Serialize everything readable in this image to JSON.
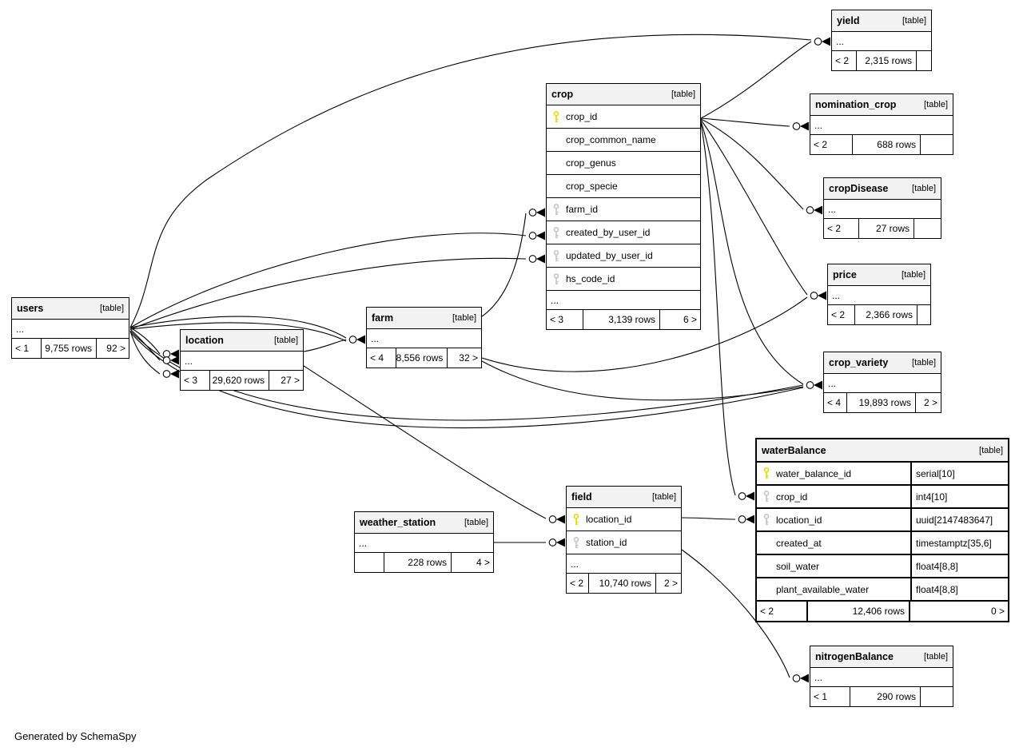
{
  "note": "Generated by SchemaSpy",
  "colors": {
    "table_header_bg": "#f2f2f2",
    "table_border": "#000000",
    "edge_color": "#000000",
    "pk_key_color": "#e3dc26",
    "fk_key_color": "#c9c9c9"
  },
  "tables": [
    {
      "id": "users",
      "name": "users",
      "tag": "[table]",
      "columns": [],
      "ellipsis": "...",
      "footer": {
        "left": "< 1",
        "center": "9,755 rows",
        "right": "92 >"
      }
    },
    {
      "id": "location",
      "name": "location",
      "tag": "[table]",
      "columns": [],
      "ellipsis": "...",
      "footer": {
        "left": "< 3",
        "center": "29,620 rows",
        "right": "27 >"
      }
    },
    {
      "id": "farm",
      "name": "farm",
      "tag": "[table]",
      "columns": [],
      "ellipsis": "...",
      "footer": {
        "left": "< 4",
        "center": "8,556 rows",
        "right": "32 >"
      }
    },
    {
      "id": "crop",
      "name": "crop",
      "tag": "[table]",
      "columns": [
        {
          "name": "crop_id",
          "key": "pk"
        },
        {
          "name": "crop_common_name"
        },
        {
          "name": "crop_genus"
        },
        {
          "name": "crop_specie"
        },
        {
          "name": "farm_id",
          "key": "fk"
        },
        {
          "name": "created_by_user_id",
          "key": "fk"
        },
        {
          "name": "updated_by_user_id",
          "key": "fk"
        },
        {
          "name": "hs_code_id",
          "key": "fk"
        }
      ],
      "ellipsis": "...",
      "footer": {
        "left": "< 3",
        "center": "3,139 rows",
        "right": "6 >"
      }
    },
    {
      "id": "yield",
      "name": "yield",
      "tag": "[table]",
      "columns": [],
      "ellipsis": "...",
      "footer": {
        "left": "< 2",
        "center": "2,315 rows",
        "right": ""
      }
    },
    {
      "id": "nomination_crop",
      "name": "nomination_crop",
      "tag": "[table]",
      "columns": [],
      "ellipsis": "...",
      "footer": {
        "left": "< 2",
        "center": "688 rows",
        "right": ""
      }
    },
    {
      "id": "cropDisease",
      "name": "cropDisease",
      "tag": "[table]",
      "columns": [],
      "ellipsis": "...",
      "footer": {
        "left": "< 2",
        "center": "27 rows",
        "right": ""
      }
    },
    {
      "id": "price",
      "name": "price",
      "tag": "[table]",
      "columns": [],
      "ellipsis": "...",
      "footer": {
        "left": "< 2",
        "center": "2,366 rows",
        "right": ""
      }
    },
    {
      "id": "crop_variety",
      "name": "crop_variety",
      "tag": "[table]",
      "columns": [],
      "ellipsis": "...",
      "footer": {
        "left": "< 4",
        "center": "19,893 rows",
        "right": "2 >"
      }
    },
    {
      "id": "waterBalance",
      "name": "waterBalance",
      "tag": "[table]",
      "emphasized": true,
      "columns": [
        {
          "name": "water_balance_id",
          "key": "pk",
          "type": "serial[10]"
        },
        {
          "name": "crop_id",
          "key": "fk",
          "type": "int4[10]"
        },
        {
          "name": "location_id",
          "key": "fk",
          "type": "uuid[2147483647]"
        },
        {
          "name": "created_at",
          "type": "timestamptz[35,6]"
        },
        {
          "name": "soil_water",
          "type": "float4[8,8]"
        },
        {
          "name": "plant_available_water",
          "type": "float4[8,8]"
        }
      ],
      "ellipsis": null,
      "footer": {
        "left": "< 2",
        "center": "12,406 rows",
        "right": "0 >"
      }
    },
    {
      "id": "field",
      "name": "field",
      "tag": "[table]",
      "columns": [
        {
          "name": "location_id",
          "key": "pk"
        },
        {
          "name": "station_id",
          "key": "fk"
        }
      ],
      "ellipsis": "...",
      "footer": {
        "left": "< 2",
        "center": "10,740 rows",
        "right": "2 >"
      }
    },
    {
      "id": "weather_station",
      "name": "weather_station",
      "tag": "[table]",
      "columns": [],
      "ellipsis": "...",
      "footer": {
        "left": "",
        "center": "228 rows",
        "right": "4 >"
      }
    },
    {
      "id": "nitrogenBalance",
      "name": "nitrogenBalance",
      "tag": "[table]",
      "columns": [],
      "ellipsis": "...",
      "footer": {
        "left": "< 1",
        "center": "290 rows",
        "right": ""
      }
    }
  ],
  "relationships": [
    {
      "parent": "crop",
      "child": "yield"
    },
    {
      "parent": "users",
      "child": "yield"
    },
    {
      "parent": "crop",
      "child": "nomination_crop"
    },
    {
      "parent": "crop",
      "child": "cropDisease"
    },
    {
      "parent": "crop",
      "child": "price"
    },
    {
      "parent": "farm",
      "child": "price"
    },
    {
      "parent": "crop",
      "child": "crop_variety"
    },
    {
      "parent": "users",
      "child": "crop_variety"
    },
    {
      "parent": "farm",
      "child": "crop_variety"
    },
    {
      "parent": "crop",
      "child": "waterBalance.crop_id"
    },
    {
      "parent": "field",
      "child": "waterBalance.location_id"
    },
    {
      "parent": "field",
      "child": "nitrogenBalance"
    },
    {
      "parent": "location",
      "child": "field.location_id"
    },
    {
      "parent": "weather_station",
      "child": "field.station_id"
    },
    {
      "parent": "farm",
      "child": "crop.farm_id"
    },
    {
      "parent": "users",
      "child": "crop.created_by_user_id"
    },
    {
      "parent": "users",
      "child": "crop.updated_by_user_id"
    },
    {
      "parent": "users",
      "child": "location"
    },
    {
      "parent": "users",
      "child": "farm"
    },
    {
      "parent": "location",
      "child": "farm"
    }
  ]
}
